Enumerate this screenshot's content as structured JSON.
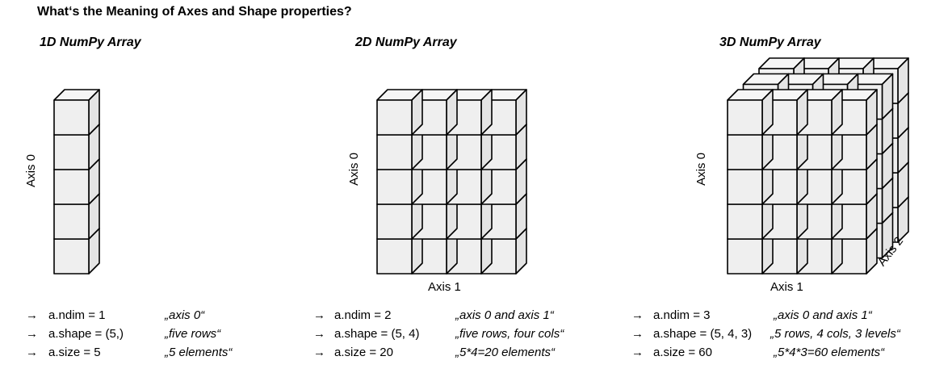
{
  "title": "What‘s the Meaning of Axes and Shape properties?",
  "panels": [
    {
      "heading": "1D NumPy Array",
      "axis_vertical": "Axis 0",
      "props": [
        {
          "arrow": "→",
          "text": "a.ndim = 1",
          "desc": "„axis 0“"
        },
        {
          "arrow": "→",
          "text": "a.shape = (5,)",
          "desc": "„five rows“"
        },
        {
          "arrow": "→",
          "text": "a.size = 5",
          "desc": "„5 elements“"
        }
      ]
    },
    {
      "heading": "2D NumPy Array",
      "axis_vertical": "Axis 0",
      "axis_horizontal": "Axis 1",
      "props": [
        {
          "arrow": "→",
          "text": "a.ndim = 2",
          "desc": "„axis 0 and axis 1“"
        },
        {
          "arrow": "→",
          "text": "a.shape = (5, 4)",
          "desc": "„five rows, four cols“"
        },
        {
          "arrow": "→",
          "text": "a.size = 20",
          "desc": "„5*4=20 elements“"
        }
      ]
    },
    {
      "heading": "3D NumPy Array",
      "axis_vertical": "Axis 0",
      "axis_horizontal": "Axis 1",
      "axis_depth": "Axis 2",
      "props": [
        {
          "arrow": "→",
          "text": "a.ndim = 3",
          "desc": "„axis 0 and axis 1“"
        },
        {
          "arrow": "→",
          "text": "a.shape = (5, 4, 3)",
          "desc": "„5 rows, 4 cols, 3 levels“"
        },
        {
          "arrow": "→",
          "text": "a.size = 60",
          "desc": "„5*4*3=60 elements“"
        }
      ]
    }
  ],
  "arrays": [
    {
      "rows": 5,
      "cols": 1,
      "levels": 1
    },
    {
      "rows": 5,
      "cols": 4,
      "levels": 1
    },
    {
      "rows": 5,
      "cols": 4,
      "levels": 3
    }
  ],
  "colors": {
    "cube_front": "#efefef",
    "cube_side": "#e4e4e4",
    "cube_top": "#f6f6f6",
    "stroke": "#000000"
  }
}
